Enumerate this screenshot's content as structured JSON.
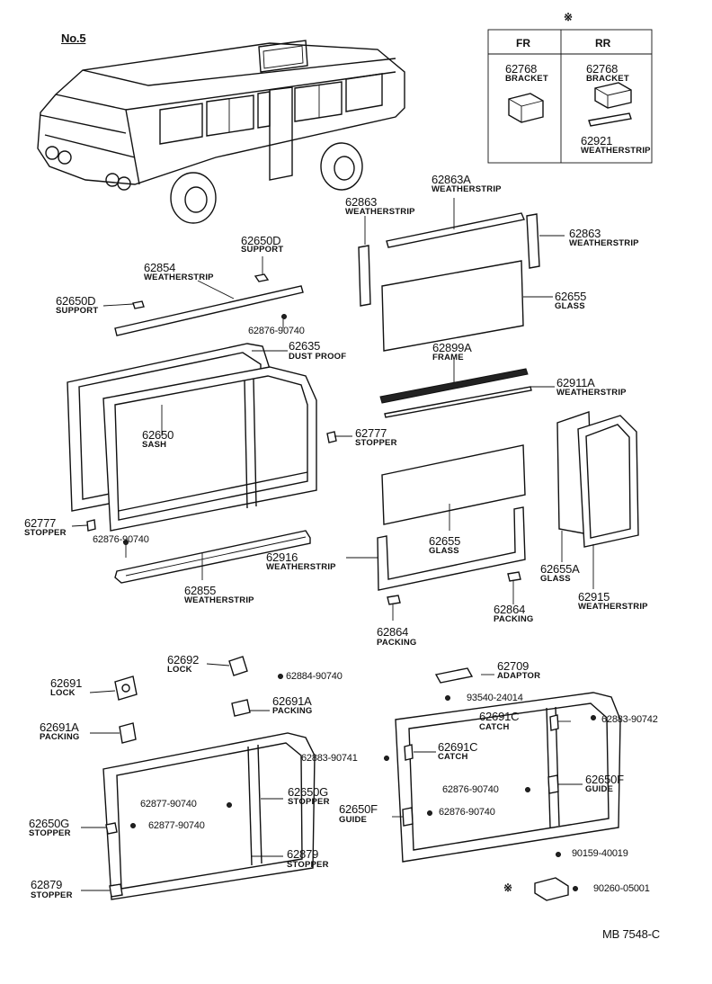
{
  "diagram_no": "No.5",
  "marker": "※",
  "ref_code": "MB 7548-C",
  "inset": {
    "fr_header": "FR",
    "rr_header": "RR",
    "fr_part": {
      "no": "62768",
      "desc": "BRACKET"
    },
    "rr_part1": {
      "no": "62768",
      "desc": "BRACKET"
    },
    "rr_part2": {
      "no": "62921",
      "desc": "WEATHERSTRIP"
    }
  },
  "parts": {
    "p62650D": {
      "no": "62650D",
      "desc": "SUPPORT"
    },
    "p62854": {
      "no": "62854",
      "desc": "WEATHERSTRIP"
    },
    "p62650D_b": {
      "no": "62650D",
      "desc": "SUPPORT"
    },
    "p62876_a": {
      "no": "62876-90740"
    },
    "p62635": {
      "no": "62635",
      "desc": "DUST PROOF"
    },
    "p62650": {
      "no": "62650",
      "desc": "SASH"
    },
    "p62777_a": {
      "no": "62777",
      "desc": "STOPPER"
    },
    "p62777_b": {
      "no": "62777",
      "desc": "STOPPER"
    },
    "p62876_b": {
      "no": "62876-90740"
    },
    "p62855": {
      "no": "62855",
      "desc": "WEATHERSTRIP"
    },
    "p62916": {
      "no": "62916",
      "desc": "WEATHERSTRIP"
    },
    "p62863_a": {
      "no": "62863",
      "desc": "WEATHERSTRIP"
    },
    "p62863A": {
      "no": "62863A",
      "desc": "WEATHERSTRIP"
    },
    "p62863_b": {
      "no": "62863",
      "desc": "WEATHERSTRIP"
    },
    "p62655_a": {
      "no": "62655",
      "desc": "GLASS"
    },
    "p62899A": {
      "no": "62899A",
      "desc": "FRAME"
    },
    "p62911A": {
      "no": "62911A",
      "desc": "WEATHERSTRIP"
    },
    "p62655_b": {
      "no": "62655",
      "desc": "GLASS"
    },
    "p62655A": {
      "no": "62655A",
      "desc": "GLASS"
    },
    "p62915": {
      "no": "62915",
      "desc": "WEATHERSTRIP"
    },
    "p62864_a": {
      "no": "62864",
      "desc": "PACKING"
    },
    "p62864_b": {
      "no": "62864",
      "desc": "PACKING"
    },
    "p62692": {
      "no": "62692",
      "desc": "LOCK"
    },
    "p62884": {
      "no": "62884-90740"
    },
    "p62691": {
      "no": "62691",
      "desc": "LOCK"
    },
    "p62691A_a": {
      "no": "62691A",
      "desc": "PACKING"
    },
    "p62691A_b": {
      "no": "62691A",
      "desc": "PACKING"
    },
    "p62883_a": {
      "no": "62883-90741"
    },
    "p62877_a": {
      "no": "62877-90740"
    },
    "p62650G_a": {
      "no": "62650G",
      "desc": "STOPPER"
    },
    "p62650G_b": {
      "no": "62650G",
      "desc": "STOPPER"
    },
    "p62877_b": {
      "no": "62877-90740"
    },
    "p62879_a": {
      "no": "62879",
      "desc": "STOPPER"
    },
    "p62879_b": {
      "no": "62879",
      "desc": "STOPPER"
    },
    "p62709": {
      "no": "62709",
      "desc": "ADAPTOR"
    },
    "p93540": {
      "no": "93540-24014"
    },
    "p62691C_a": {
      "no": "62691C",
      "desc": "CATCH"
    },
    "p62883_b": {
      "no": "62883-90742"
    },
    "p62691C_b": {
      "no": "62691C",
      "desc": "CATCH"
    },
    "p62650F_a": {
      "no": "62650F",
      "desc": "GUIDE"
    },
    "p62876_c": {
      "no": "62876-90740"
    },
    "p62650F_b": {
      "no": "62650F",
      "desc": "GUIDE"
    },
    "p62876_d": {
      "no": "62876-90740"
    },
    "p90159": {
      "no": "90159-40019"
    },
    "p90260": {
      "no": "90260-05001"
    }
  }
}
